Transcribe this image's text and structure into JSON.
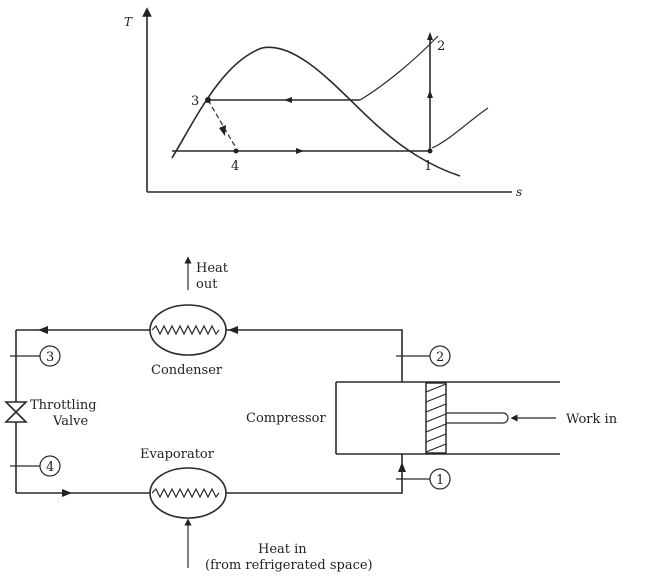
{
  "ts_diagram": {
    "y_axis_label": "T",
    "x_axis_label": "s",
    "state_points": [
      "1",
      "2",
      "3",
      "4"
    ]
  },
  "cycle_diagram": {
    "heat_out_line1": "Heat",
    "heat_out_line2": "out",
    "condenser": "Condenser",
    "evaporator": "Evaporator",
    "compressor": "Compressor",
    "throttling_line1": "Throttling",
    "throttling_line2": "Valve",
    "work_in": "Work in",
    "heat_in_line1": "Heat in",
    "heat_in_line2": "(from refrigerated space)",
    "state_labels": [
      "1",
      "2",
      "3",
      "4"
    ]
  }
}
